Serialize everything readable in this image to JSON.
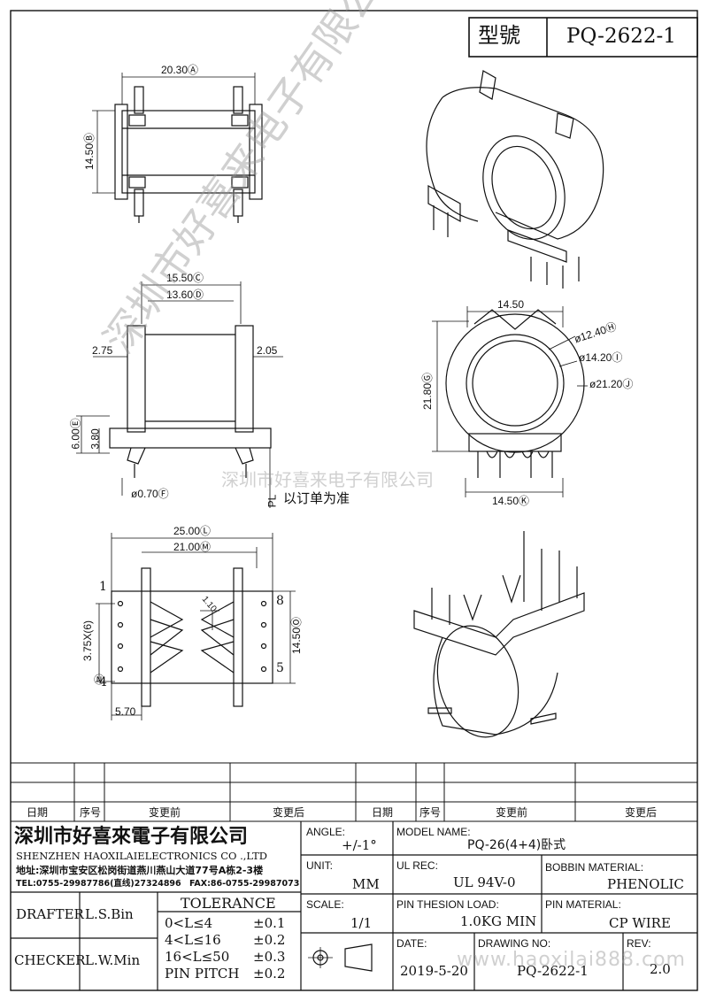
{
  "header": {
    "model_label": "型號",
    "model_value": "PQ-2622-1"
  },
  "dims": {
    "top_width": "20.30Ⓐ",
    "top_height": "14.50Ⓑ",
    "side_outer": "15.50Ⓒ",
    "side_inner": "13.60Ⓓ",
    "side_left": "2.75",
    "side_right": "2.05",
    "side_h1": "6.00Ⓔ",
    "side_h2": "3.80",
    "pin_dia": "ø0.70Ⓕ",
    "pin_len": "PL",
    "order_note": "以订单为准",
    "front_width": "14.50",
    "front_height": "21.80Ⓖ",
    "d1": "ø12.40Ⓗ",
    "d2": "ø14.20Ⓘ",
    "d3": "ø21.20Ⓙ",
    "front_bottom": "14.50Ⓚ",
    "bot_w1": "25.00Ⓛ",
    "bot_w2": "21.00Ⓜ",
    "bot_pitch": "3.75X(6)",
    "bot_pitch_mark": "Ⓝ",
    "bot_slot": "1.10",
    "bot_height": "14.50Ⓞ",
    "bot_offset": "5.70",
    "pin1": "1",
    "pin4": "4",
    "pin8": "8",
    "pin5": "5"
  },
  "watermark": {
    "diag": "深圳市好喜来电子有限公司",
    "mid": "深圳市好喜来电子有限公司",
    "bottom": "www.haoxilai888.com"
  },
  "revision": {
    "h_date": "日期",
    "h_seq": "序号",
    "h_before": "变更前",
    "h_after": "变更后",
    "h_date2": "日期",
    "h_seq2": "序号",
    "h_before2": "变更前",
    "h_after2": "变更后"
  },
  "company": {
    "name_cn": "深圳市好喜來電子有限公司",
    "name_en": "SHENZHEN HAOXILAIELECTRONICS CO .,LTD",
    "address": "地址:深圳市宝安区松岗街道燕川燕山大道77号A栋2-3楼",
    "tel": "TEL:0755-29987786(直线)27324896",
    "fax": "FAX:86-0755-29987073"
  },
  "people": {
    "drafter_label": "DRAFTER",
    "drafter_value": "L.S.Bin",
    "checker_label": "CHECKER",
    "checker_value": "L.W.Min"
  },
  "tolerance": {
    "title": "TOLERANCE",
    "rows": [
      {
        "range": "0<L≤4",
        "value": "±0.1"
      },
      {
        "range": "4<L≤16",
        "value": "±0.2"
      },
      {
        "range": "16<L≤50",
        "value": "±0.3"
      },
      {
        "range": "PIN PITCH",
        "value": "±0.2"
      }
    ]
  },
  "specs": {
    "angle_label": "ANGLE:",
    "angle_value": "+/-1°",
    "unit_label": "UNIT:",
    "unit_value": "MM",
    "scale_label": "SCALE:",
    "scale_value": "1/1",
    "model_name_label": "MODEL NAME:",
    "model_name_value": "PQ-26(4+4)卧式",
    "ul_label": "UL REC:",
    "ul_value": "UL 94V-0",
    "bobbin_label": "BOBBIN MATERIAL:",
    "bobbin_value": "PHENOLIC",
    "load_label": "PIN THESION LOAD:",
    "load_value": "1.0KG MIN",
    "pin_mat_label": "PIN MATERIAL:",
    "pin_mat_value": "CP  WIRE",
    "date_label": "DATE:",
    "date_value": "2019-5-20",
    "drawing_label": "DRAWING NO:",
    "drawing_value": "PQ-2622-1",
    "rev_label": "REV:",
    "rev_value": "2.0"
  }
}
